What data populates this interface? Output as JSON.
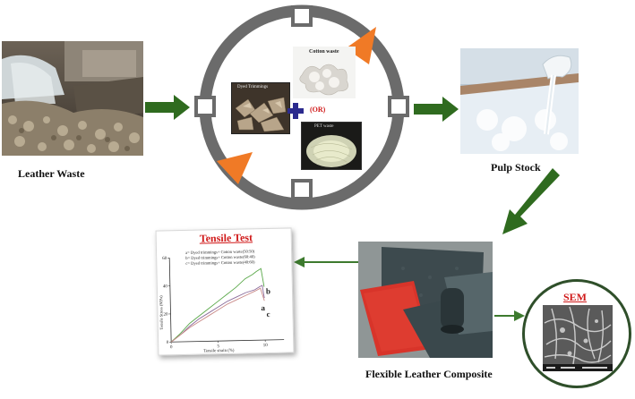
{
  "labels": {
    "leather_waste": "Leather Waste",
    "pulp_stock": "Pulp Stock",
    "flexible_leather_composite": "Flexible Leather Composite",
    "cotton_waste": "Cotton waste",
    "or_text": "(OR)",
    "dyed_trimmings": "Dyed Trimmings",
    "pet_waste": "PET waste",
    "sem": "SEM"
  },
  "tensile_test": {
    "title": "Tensile Test",
    "legend": [
      "a= Dyed trimmings+ Cotton waste(50:50)",
      "b= Dyed trimmings+ Cotton waste(60:40)",
      "c= Dyed trimmings+ Cotton waste(40:60)"
    ],
    "curve_labels": [
      "a",
      "b",
      "c"
    ]
  },
  "chart_data": {
    "type": "line",
    "title": "Tensile Test",
    "xlabel": "Tensile strain (%)",
    "ylabel": "Tensile Stress (MPa)",
    "xlim": [
      0,
      12
    ],
    "ylim": [
      0,
      60
    ],
    "xticks": [
      0,
      5,
      10
    ],
    "yticks": [
      0,
      20,
      40,
      60
    ],
    "series": [
      {
        "name": "a",
        "color": "#8a6a9a",
        "x": [
          0,
          1,
          2,
          3,
          4,
          5,
          6,
          7,
          8,
          9,
          9.5,
          9.8,
          10
        ],
        "y": [
          0,
          5,
          11,
          16,
          20,
          24,
          28,
          31,
          34,
          36,
          38,
          39,
          30
        ]
      },
      {
        "name": "b",
        "color": "#5aa84a",
        "x": [
          0,
          1,
          2,
          3,
          4,
          5,
          6,
          7,
          8,
          8.8,
          9.2,
          9.7,
          10
        ],
        "y": [
          0,
          6,
          13,
          18,
          23,
          28,
          33,
          38,
          44,
          47,
          49,
          51,
          38
        ]
      },
      {
        "name": "c",
        "color": "#c98a88",
        "x": [
          0,
          1,
          2,
          3,
          4,
          5,
          6,
          7,
          8,
          9,
          9.6,
          10
        ],
        "y": [
          0,
          5,
          10,
          14,
          18,
          22,
          26,
          29,
          32,
          35,
          37,
          28
        ]
      }
    ]
  },
  "colors": {
    "flow_arrow": "#2f6b1f",
    "thin_arrow": "#3d7a2e",
    "cycle_ring": "#6b6b6b",
    "cycle_arrow": "#f07a26",
    "title_red": "#d01a1a",
    "plus_blue": "#2b2a8e"
  }
}
